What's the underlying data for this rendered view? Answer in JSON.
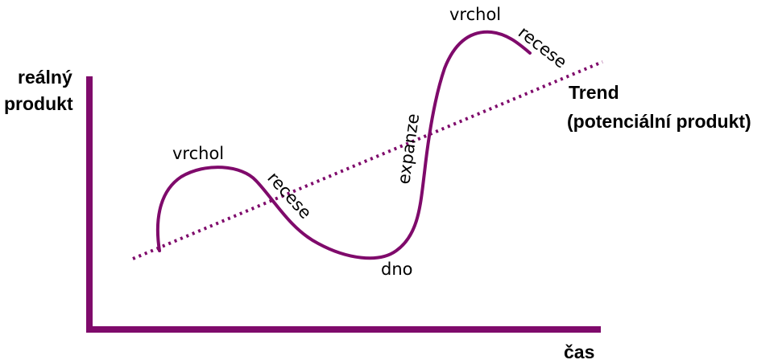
{
  "axes": {
    "y_label_line1": "reálný",
    "y_label_line2": "produkt",
    "x_label": "čas",
    "color": "#7f0a6b"
  },
  "trend": {
    "label_line1": "Trend",
    "label_line2": "(potenciální produkt)",
    "style": "dotted"
  },
  "cycle": {
    "labels": {
      "peak_1": "vrchol",
      "recession_1": "recese",
      "trough": "dno",
      "expansion": "expanze",
      "peak_2": "vrchol",
      "recession_2": "recese"
    }
  }
}
